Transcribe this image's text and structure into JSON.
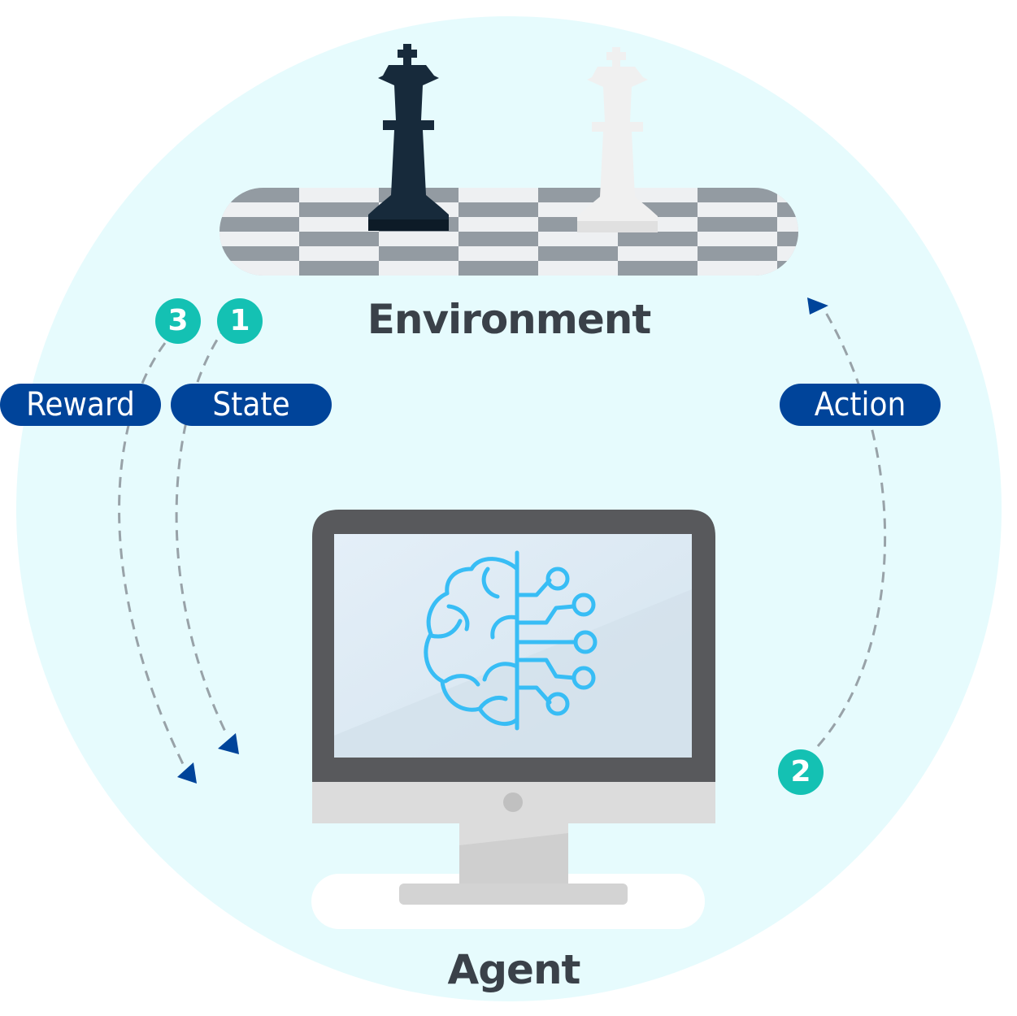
{
  "environment": {
    "label": "Environment"
  },
  "agent": {
    "label": "Agent"
  },
  "steps": [
    {
      "number": "1",
      "label": "State"
    },
    {
      "number": "2",
      "label": "Action"
    },
    {
      "number": "3",
      "label": "Reward"
    }
  ],
  "colors": {
    "circle_bg": "#e6fbfd",
    "pill": "#00449a",
    "badge": "#14c1b3",
    "label_text": "#3a4149",
    "arrow": "#98a2a8",
    "arrowhead": "#00449a",
    "brain": "#38bdf5",
    "king_black": "#172a3b",
    "king_white": "#f2f2f2"
  },
  "icons": [
    "chess-king-black-icon",
    "chess-king-white-icon",
    "brain-circuit-icon",
    "monitor-icon"
  ]
}
